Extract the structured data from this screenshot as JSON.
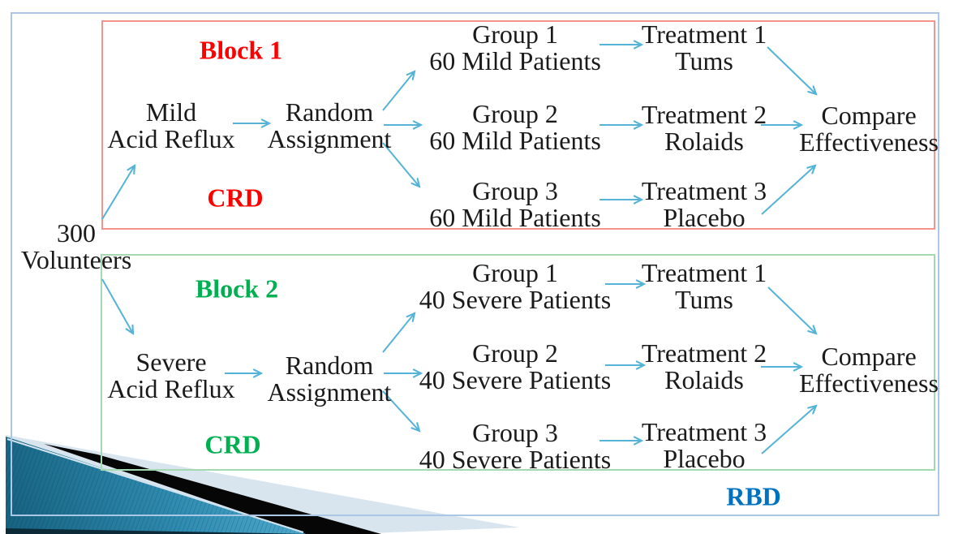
{
  "volunteers": {
    "line1": "300",
    "line2": "Volunteers"
  },
  "block1": {
    "label": "Block 1",
    "design": "CRD",
    "condition": {
      "line1": "Mild",
      "line2": "Acid Reflux"
    },
    "random": {
      "line1": "Random",
      "line2": "Assignment"
    },
    "groups": [
      {
        "line1": "Group 1",
        "line2": "60 Mild Patients"
      },
      {
        "line1": "Group 2",
        "line2": "60 Mild Patients"
      },
      {
        "line1": "Group 3",
        "line2": "60 Mild Patients"
      }
    ],
    "treatments": [
      {
        "line1": "Treatment 1",
        "line2": "Tums"
      },
      {
        "line1": "Treatment 2",
        "line2": "Rolaids"
      },
      {
        "line1": "Treatment 3",
        "line2": "Placebo"
      }
    ],
    "compare": {
      "line1": "Compare",
      "line2": "Effectiveness"
    }
  },
  "block2": {
    "label": "Block 2",
    "design": "CRD",
    "condition": {
      "line1": "Severe",
      "line2": "Acid Reflux"
    },
    "random": {
      "line1": "Random",
      "line2": "Assignment"
    },
    "groups": [
      {
        "line1": "Group 1",
        "line2": "40 Severe Patients"
      },
      {
        "line1": "Group 2",
        "line2": "40 Severe Patients"
      },
      {
        "line1": "Group 3",
        "line2": "40 Severe Patients"
      }
    ],
    "treatments": [
      {
        "line1": "Treatment 1",
        "line2": "Tums"
      },
      {
        "line1": "Treatment 2",
        "line2": "Rolaids"
      },
      {
        "line1": "Treatment 3",
        "line2": "Placebo"
      }
    ],
    "compare": {
      "line1": "Compare",
      "line2": "Effectiveness"
    }
  },
  "overall_design_label": "RBD",
  "colors": {
    "block1_accent": "#FF0000",
    "block1_border": "#F4948C",
    "block2_accent": "#00B050",
    "block2_border": "#A3D8B1",
    "rbd_label": "#0070C0",
    "arrow": "#54B3D6",
    "outer_border": "#AAC8E6",
    "decor_teal_dark": "#16637F",
    "decor_teal_light": "#4FADD1",
    "decor_black": "#060606",
    "decor_pale_blue": "#D8E5EF"
  }
}
